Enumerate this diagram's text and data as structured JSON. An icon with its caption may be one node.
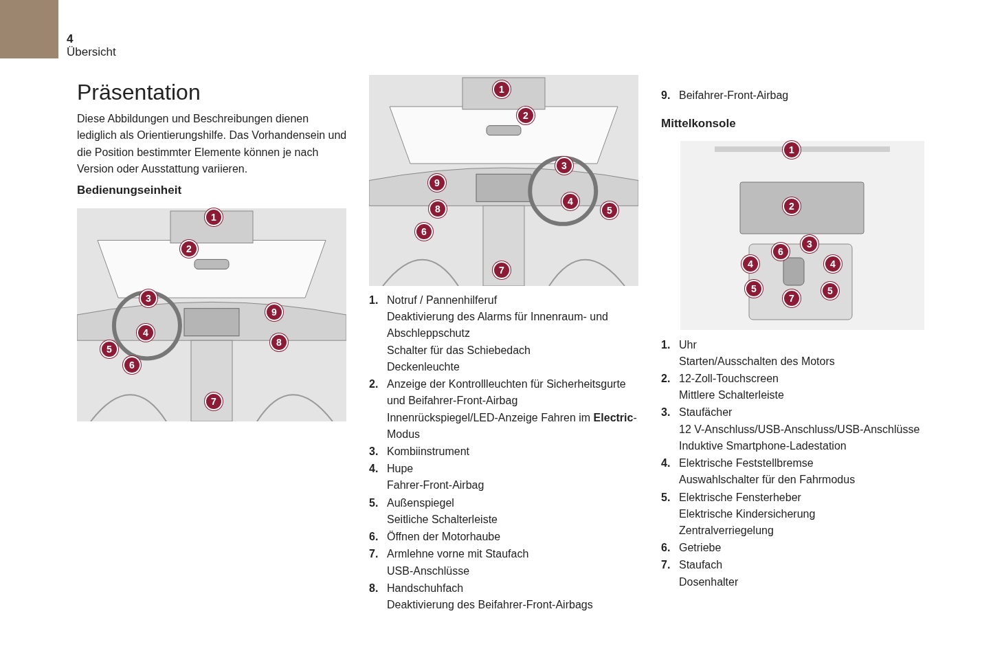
{
  "diagram": {
    "title": "Präsentation",
    "nodes": [
      {
        "text": [
          "1"
        ]
      },
      {
        "text": [
          "2"
        ]
      },
      {
        "text": [
          "3"
        ]
      },
      {
        "text": [
          "4"
        ]
      },
      {
        "text": [
          "5"
        ]
      },
      {
        "text": [
          "6"
        ]
      },
      {
        "text": [
          "7"
        ]
      },
      {
        "text": [
          "8"
        ]
      },
      {
        "text": [
          "9"
        ]
      },
      {
        "text": [
          "1"
        ]
      },
      {
        "text": [
          "2"
        ]
      },
      {
        "text": [
          "3"
        ]
      },
      {
        "text": [
          "4"
        ]
      },
      {
        "text": [
          "5"
        ]
      },
      {
        "text": [
          "6"
        ]
      },
      {
        "text": [
          "7"
        ]
      },
      {
        "text": [
          "8"
        ]
      },
      {
        "text": [
          "9"
        ]
      },
      {
        "text": [
          "1"
        ]
      },
      {
        "text": [
          "2"
        ]
      },
      {
        "text": [
          "3"
        ]
      },
      {
        "text": [
          "4"
        ]
      },
      {
        "text": [
          "4"
        ]
      },
      {
        "text": [
          "5"
        ]
      },
      {
        "text": [
          "5"
        ]
      },
      {
        "text": [
          "6"
        ]
      },
      {
        "text": [
          "7"
        ]
      }
    ],
    "edges": [],
    "labels": [
      "4",
      "Übersicht",
      "Diese Abbildungen und Beschreibungen dienen lediglich als Orientierungshilfe. Das Vorhandensein und die Position bestimmter Elemente können je nach Version oder Ausstattung variieren.",
      "Bedienungseinheit",
      "1.",
      "Notruf / Pannenhilferuf",
      "Deaktivierung des Alarms für Innenraum- und Abschleppschutz",
      "Schalter für das Schiebedach",
      "Deckenleuchte",
      "2.",
      "Anzeige der Kontrollleuchten für Sicherheitsgurte und Beifahrer-Front-Airbag",
      "Innenrückspiegel/LED-Anzeige Fahren im **Electric**-Modus",
      "3.",
      "Kombiinstrument",
      "4.",
      "Hupe",
      "Fahrer-Front-Airbag",
      "5.",
      "Außenspiegel",
      "Seitliche Schalterleiste",
      "6.",
      "Öffnen der Motorhaube",
      "7.",
      "Armlehne vorne mit Staufach",
      "USB-Anschlüsse",
      "8.",
      "Handschuhfach",
      "Deaktivierung des Beifahrer-Front-Airbags",
      "9.",
      "Beifahrer-Front-Airbag",
      "Mittelkonsole",
      "1.",
      "Uhr",
      "Starten/Ausschalten des Motors",
      "2.",
      "12-Zoll-Touchscreen",
      "Mittlere Schalterleiste",
      "3.",
      "Staufächer",
      "12 V-Anschluss/USB-Anschluss/USB-Anschlüsse",
      "Induktive Smartphone-Ladestation",
      "4.",
      "Elektrische Feststellbremse",
      "Auswahlschalter für den Fahrmodus",
      "5.",
      "Elektrische Fensterheber",
      "Elektrische Kindersicherung",
      "Zentralverriegelung",
      "6.",
      "Getriebe",
      "7.",
      "Staufach",
      "Dosenhalter"
    ]
  }
}
